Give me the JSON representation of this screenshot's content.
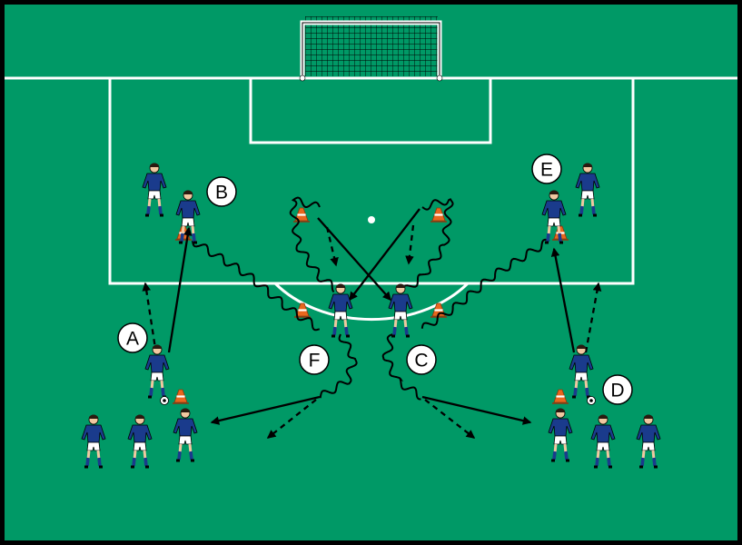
{
  "diagram": {
    "labels": [
      {
        "id": "A",
        "text": "A"
      },
      {
        "id": "B",
        "text": "B"
      },
      {
        "id": "C",
        "text": "C"
      },
      {
        "id": "D",
        "text": "D"
      },
      {
        "id": "E",
        "text": "E"
      },
      {
        "id": "F",
        "text": "F"
      }
    ],
    "colors": {
      "pitch": "#009966",
      "border": "#000000",
      "lines": "#ffffff",
      "shirt": "#1a3b8c",
      "shorts": "#ffffff",
      "skin": "#f0c8a0",
      "cone": "#e8671e",
      "arrow": "#000000"
    }
  }
}
